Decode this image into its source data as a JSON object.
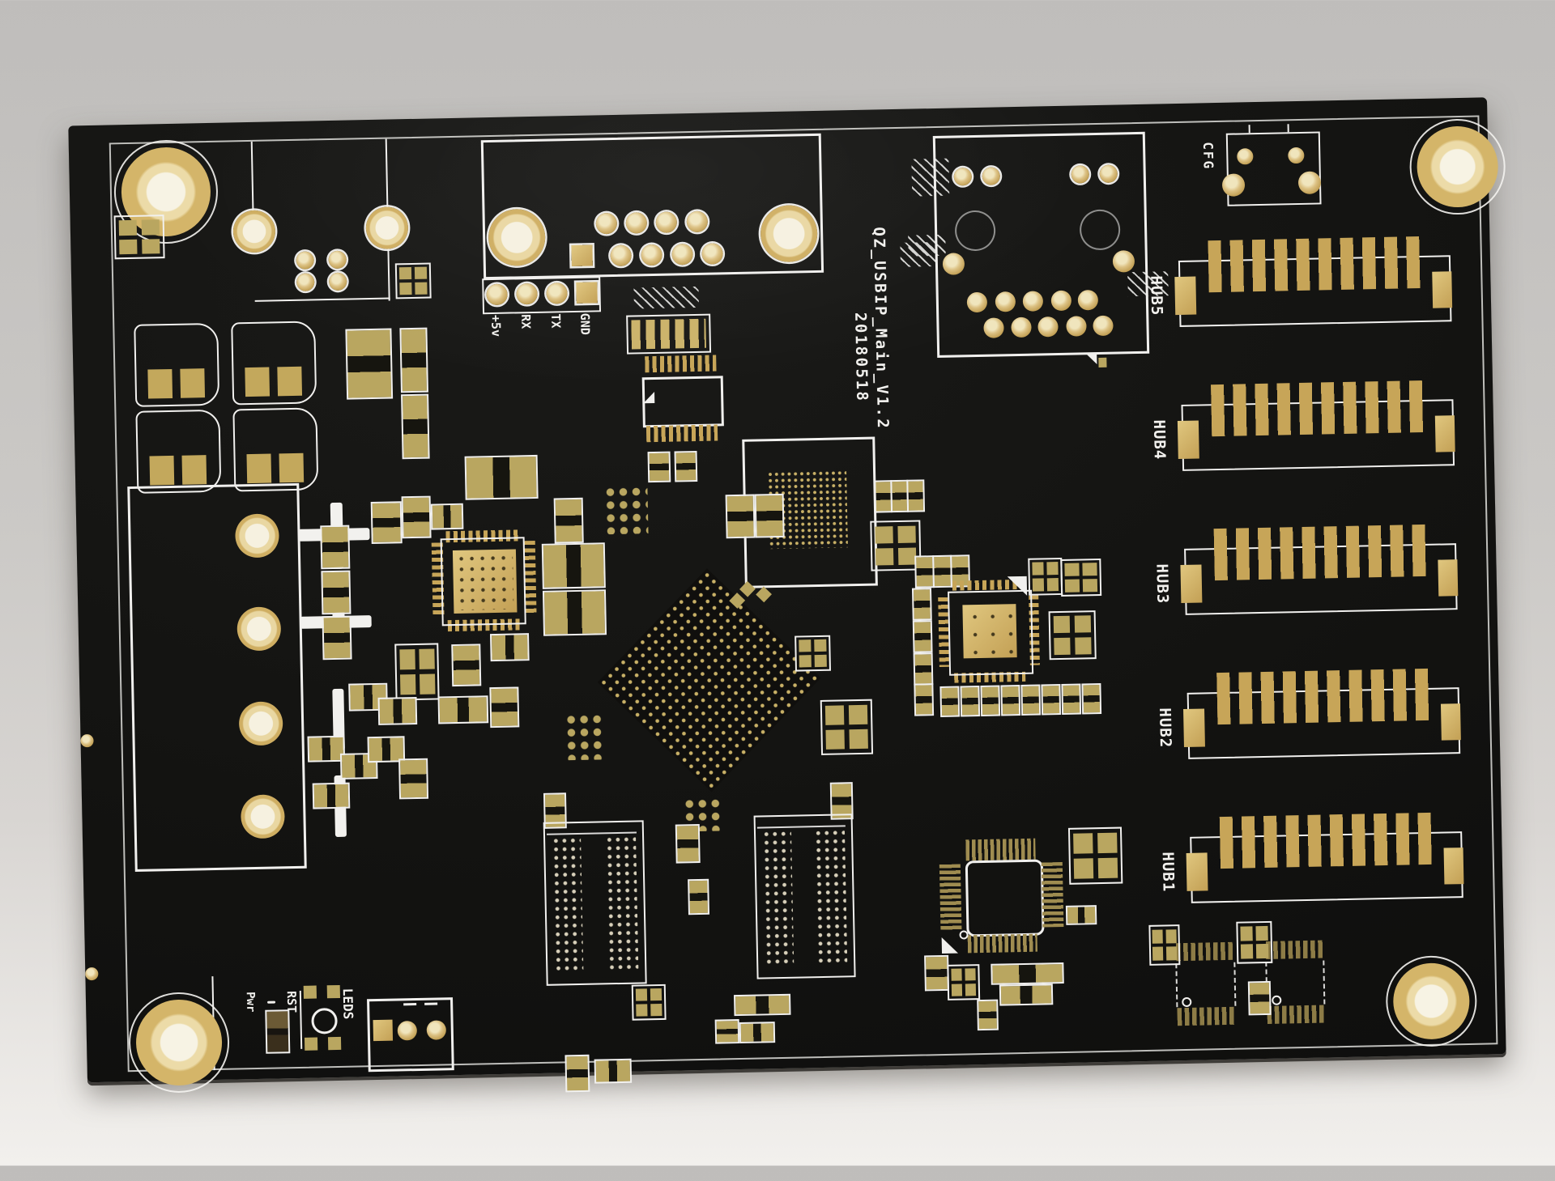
{
  "photo": {
    "background_top": "#c2c0be",
    "background_bottom": "#f2f0ed",
    "subject": "black PCB with gold ENIG pads, top view"
  },
  "board": {
    "solder_mask_color": "#141412",
    "silkscreen_color": "#f1f0ee",
    "gold_color": "#c9a75a",
    "title_vertical": "QZ_USBIP_Main_V1.2",
    "date_vertical": "20180518",
    "labels": {
      "cfg": "CFG",
      "power": "Pwr",
      "reset": "RST",
      "leds": "LEDS"
    },
    "hub_labels": [
      "HUB5",
      "HUB4",
      "HUB3",
      "HUB2",
      "HUB1"
    ],
    "uart_pin_labels": [
      "+5v",
      "RX",
      "TX",
      "GND"
    ],
    "silkscreen_symbols": {
      "plus": "+",
      "minus": "−"
    }
  }
}
